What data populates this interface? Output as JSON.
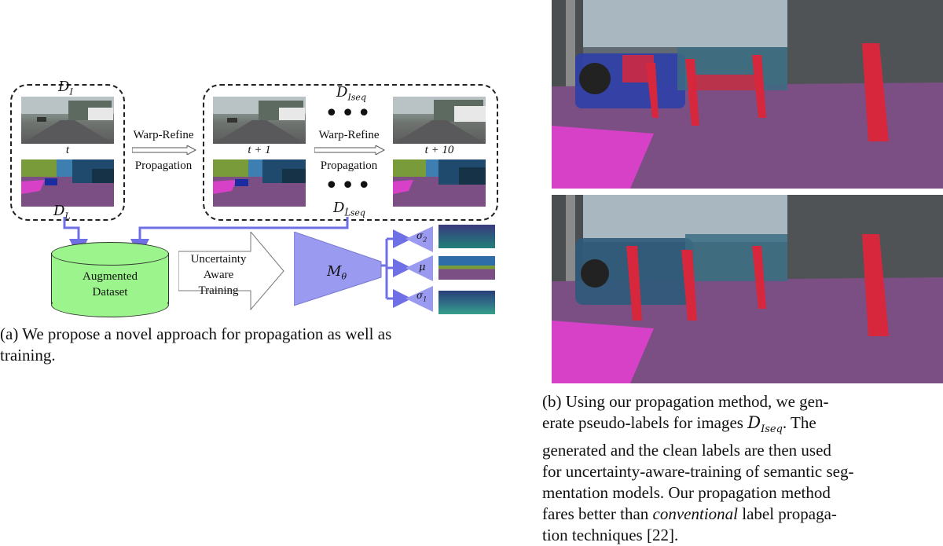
{
  "panel_a": {
    "d_i_label": "D",
    "d_i_sub": "I",
    "d_l_label": "D",
    "d_l_sub": "L",
    "t_label": "t",
    "warp_refine_1": "Warp-Refine",
    "propagation_1": "Propagation",
    "d_iseq_label": "D",
    "d_iseq_sub": "Iseq",
    "t1_label": "t + 1",
    "t10_label": "t + 10",
    "warp_refine_2": "Warp-Refine",
    "propagation_2": "Propagation",
    "d_lseq_label": "D",
    "d_lseq_sub": "L̂seq",
    "augmented_line1": "Augmented",
    "augmented_line2": "Dataset",
    "uat_line1": "Uncertainty",
    "uat_line2": "Aware",
    "uat_line3": "Training",
    "model_label": "M",
    "model_sub": "θ",
    "sigma2": "σ",
    "sigma2_sub": "2",
    "mu": "μ",
    "sigma1": "σ",
    "sigma1_sub": "1",
    "caption_line1": "(a)  We propose a novel approach for propagation as well as",
    "caption_line2": "training."
  },
  "panel_b": {
    "caption_lines": [
      "(b) Using our propagation method, we gen-",
      "erate pseudo-labels for images",
      ". The",
      "generated and the clean labels are then used",
      "for uncertainty-aware-training of semantic seg-",
      "mentation models.  Our propagation method",
      "fares better than",
      "conventional",
      "label propaga-",
      "tion techniques [22]."
    ],
    "inline_math": "D",
    "inline_math_sub": "Iseq"
  },
  "colors": {
    "arrow": "#6f6fe6",
    "dataset_fill": "#9cf58c",
    "model_fill": "#9a9af0",
    "person": "#d7273c",
    "sidewalk": "#d641c8",
    "road": "#7b4f84"
  }
}
